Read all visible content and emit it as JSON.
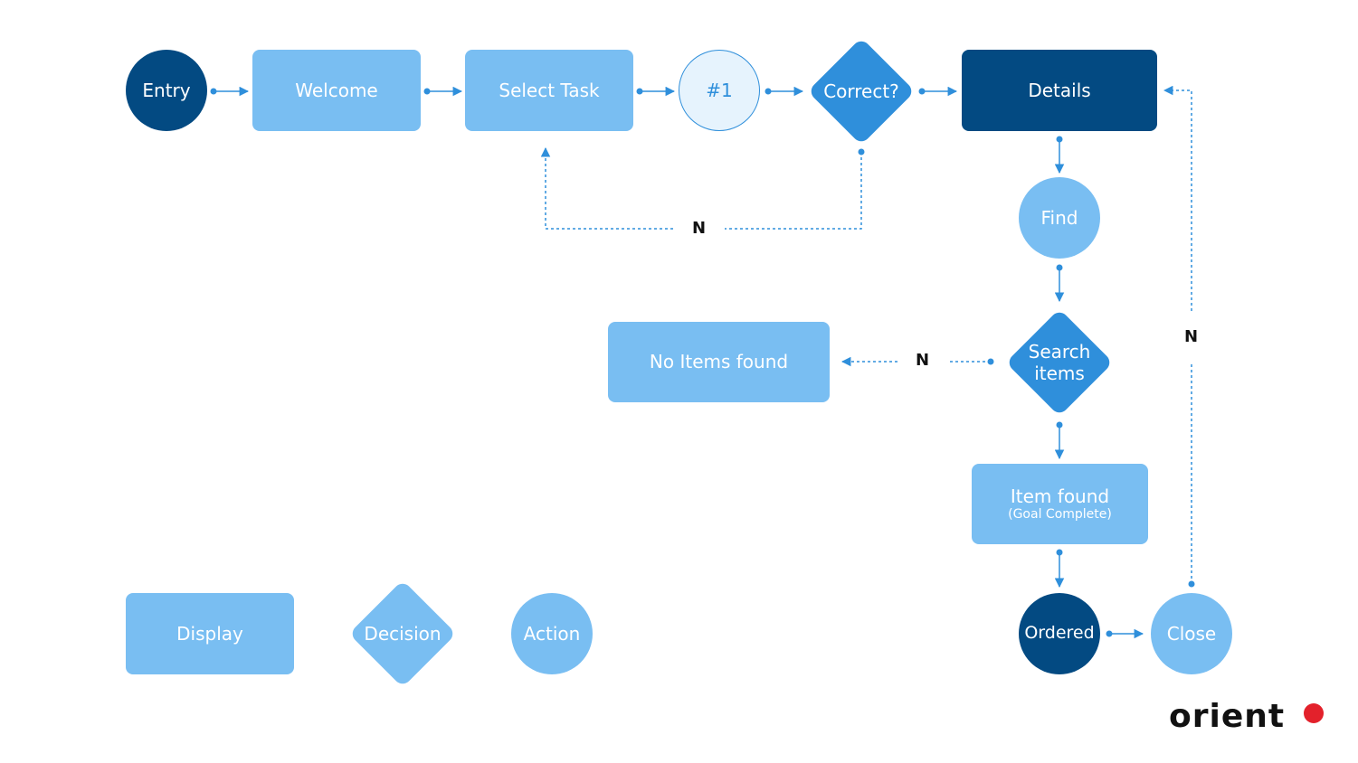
{
  "colors": {
    "dark_blue": "#034a82",
    "light_blue": "#79bef2",
    "mid_blue": "#2f8fdb",
    "pale_blue": "#e6f3fd",
    "connector": "#2f8fdb",
    "logo_dot": "#e3212b"
  },
  "nodes": {
    "entry": "Entry",
    "welcome": "Welcome",
    "select_task": "Select Task",
    "step_one": "#1",
    "correct": "Correct?",
    "details": "Details",
    "find": "Find",
    "search_items_line1": "Search",
    "search_items_line2": "items",
    "no_items": "No Items found",
    "item_found": "Item found",
    "item_found_sub": "(Goal Complete)",
    "ordered": "Ordered",
    "close": "Close"
  },
  "edge_labels": {
    "correct_no": "N",
    "search_no": "N",
    "close_no": "N"
  },
  "legend": {
    "display": "Display",
    "decision": "Decision",
    "action": "Action"
  },
  "logo": {
    "text": "orient"
  }
}
